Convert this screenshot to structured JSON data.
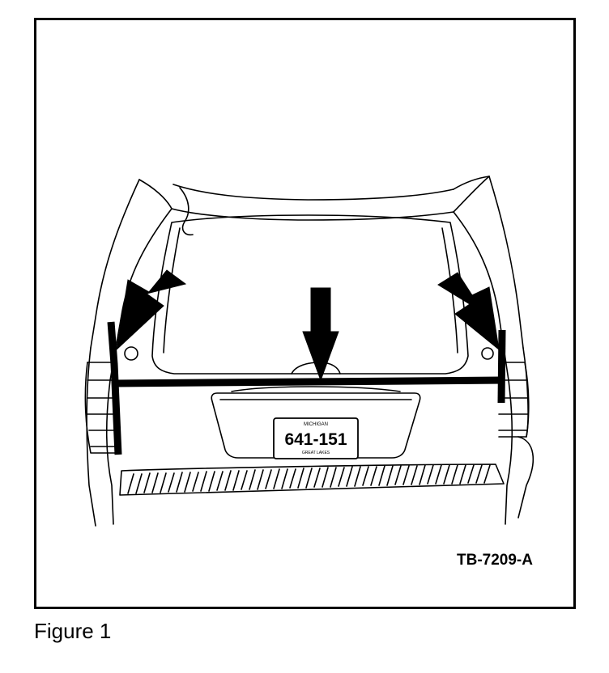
{
  "figure": {
    "caption": "Figure 1",
    "drawing_code": "TB-7209-A"
  },
  "license_plate": {
    "state": "MICHIGAN",
    "number": "641-151",
    "slogan": "GREAT LAKES"
  },
  "colors": {
    "ink": "#000000",
    "paper": "#ffffff"
  }
}
